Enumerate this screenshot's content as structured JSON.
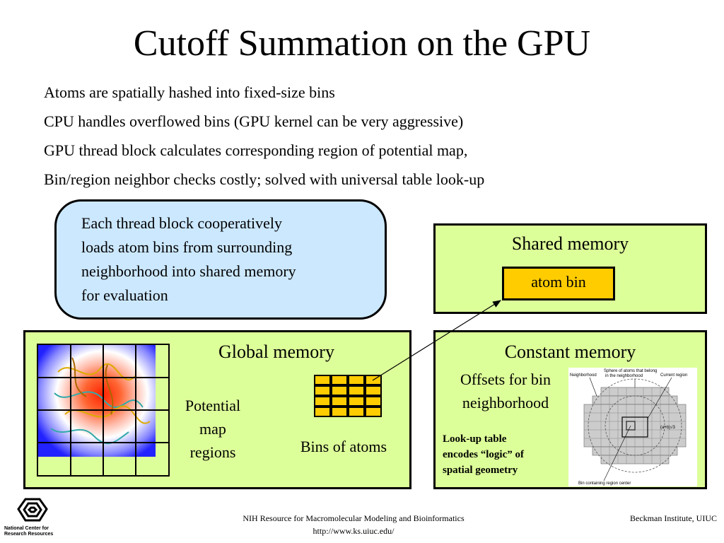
{
  "title": "Cutoff Summation on the GPU",
  "bullets": [
    "Atoms are spatially hashed into fixed-size bins",
    "CPU handles overflowed bins (GPU kernel can be very aggressive)",
    "GPU thread block calculates corresponding region of potential map,",
    "Bin/region neighbor checks costly; solved with universal table look-up"
  ],
  "callout": {
    "lines": [
      "Each thread block cooperatively",
      "loads atom bins from surrounding",
      "neighborhood into shared memory",
      "for evaluation"
    ]
  },
  "shared_memory": {
    "title": "Shared memory",
    "atom_bin": "atom bin"
  },
  "global_memory": {
    "title": "Global memory",
    "potential_lines": [
      "Potential",
      "map",
      "regions"
    ],
    "bins_label": "Bins of atoms"
  },
  "constant_memory": {
    "title": "Constant memory",
    "offsets_lines": [
      "Offsets for bin",
      "neighborhood"
    ],
    "lookup_lines": [
      "Look-up table",
      "encodes “logic” of",
      "spatial geometry"
    ],
    "diagram_labels": {
      "sphere_1": "Sphere of atoms that belong",
      "sphere_2": "in the neighborhood",
      "neighborhood": "Neighborhood",
      "current_region": "Current region",
      "bin_center": "Bin containing region center",
      "formula": "(a+b)√3"
    }
  },
  "logo": {
    "line1": "National Center for",
    "line2": "Research Resources"
  },
  "footer": {
    "center_line1": "NIH Resource for Macromolecular Modeling and Bioinformatics",
    "center_line2": "http://www.ks.uiuc.edu/",
    "right": "Beckman Institute, UIUC"
  },
  "colors": {
    "panel": "#ddff99",
    "callout": "#cce8ff",
    "atom_bin": "#ffcc00"
  }
}
